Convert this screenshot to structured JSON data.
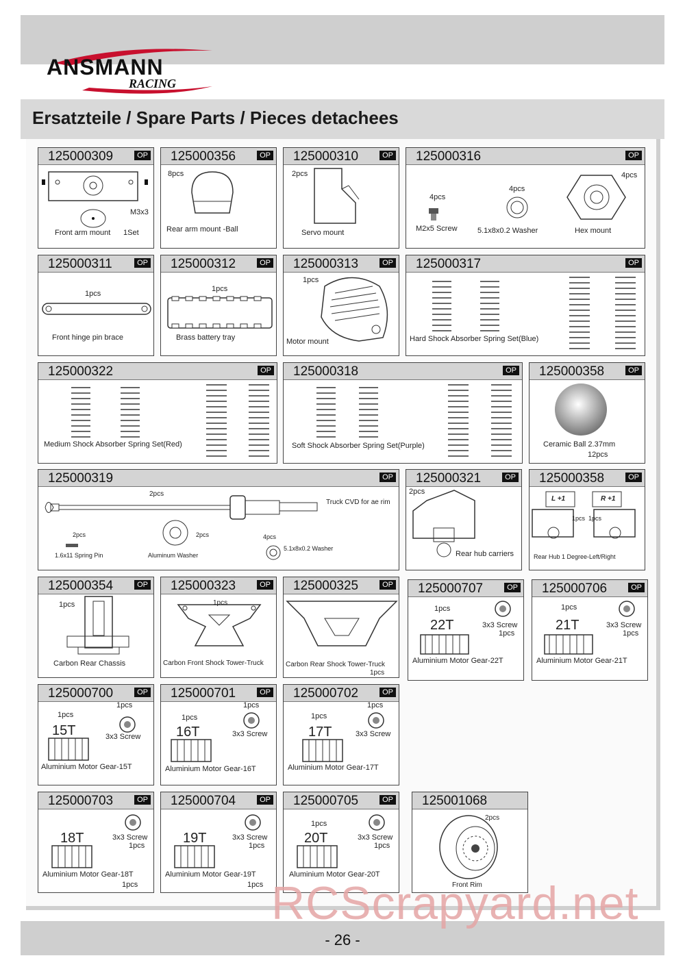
{
  "header": {
    "brand": "ANSMANN",
    "brand_sub": "RACING",
    "title": "Ersatzteile / Spare Parts / Pieces detachees"
  },
  "badge": "OP",
  "cards": {
    "c309": {
      "num": "125000309",
      "labels": [
        "M3x3",
        "Front arm mount",
        "1Set"
      ]
    },
    "c356": {
      "num": "125000356",
      "labels": [
        "8pcs",
        "Rear arm mount -Ball"
      ]
    },
    "c310": {
      "num": "125000310",
      "labels": [
        "2pcs",
        "Servo mount"
      ]
    },
    "c316": {
      "num": "125000316",
      "labels": [
        "4pcs",
        "4pcs",
        "4pcs",
        "M2x5 Screw",
        "5.1x8x0.2  Washer",
        "Hex mount"
      ]
    },
    "c311": {
      "num": "125000311",
      "labels": [
        "1pcs",
        "Front hinge pin brace"
      ]
    },
    "c312": {
      "num": "125000312",
      "labels": [
        "1pcs",
        "Brass battery tray"
      ]
    },
    "c313": {
      "num": "125000313",
      "labels": [
        "1pcs",
        "Motor mount"
      ]
    },
    "c317": {
      "num": "125000317",
      "labels": [
        "Hard Shock Absorber Spring Set(Blue)"
      ]
    },
    "c322": {
      "num": "125000322",
      "labels": [
        "Medium Shock Absorber Spring Set(Red)"
      ]
    },
    "c318": {
      "num": "125000318",
      "labels": [
        "Soft Shock Absorber Spring Set(Purple)"
      ]
    },
    "c358a": {
      "num": "125000358",
      "labels": [
        "Ceramic Ball 2.37mm",
        "12pcs"
      ]
    },
    "c319": {
      "num": "125000319",
      "labels": [
        "2pcs",
        "Truck CVD for ae rim",
        "2pcs",
        "1.6x11 Spring Pin",
        "2pcs",
        "Aluminum Washer",
        "4pcs",
        "5.1x8x0.2  Washer"
      ]
    },
    "c321": {
      "num": "125000321",
      "labels": [
        "2pcs",
        "Rear hub carriers"
      ]
    },
    "c358b": {
      "num": "125000358",
      "labels": [
        "L +1",
        "R +1",
        "1pcs",
        "1pcs",
        "Rear Hub 1 Degree-Left/Right"
      ]
    },
    "c354": {
      "num": "125000354",
      "labels": [
        "1pcs",
        "Carbon Rear Chassis"
      ]
    },
    "c323": {
      "num": "125000323",
      "labels": [
        "1pcs",
        "Carbon Front Shock Tower-Truck"
      ]
    },
    "c325": {
      "num": "125000325",
      "labels": [
        "Carbon Rear Shock Tower-Truck",
        "1pcs"
      ]
    },
    "c707": {
      "num": "125000707",
      "labels": [
        "1pcs",
        "22T",
        "3x3 Screw",
        "1pcs",
        "Aluminium Motor Gear-22T"
      ]
    },
    "c706": {
      "num": "125000706",
      "labels": [
        "1pcs",
        "21T",
        "3x3 Screw",
        "1pcs",
        "Aluminium Motor Gear-21T"
      ]
    },
    "c700": {
      "num": "125000700",
      "labels": [
        "1pcs",
        "1pcs",
        "15T",
        "3x3 Screw",
        "Aluminium Motor Gear-15T"
      ]
    },
    "c701": {
      "num": "125000701",
      "labels": [
        "1pcs",
        "1pcs",
        "16T",
        "3x3 Screw",
        "Aluminium Motor Gear-16T"
      ]
    },
    "c702": {
      "num": "125000702",
      "labels": [
        "1pcs",
        "1pcs",
        "17T",
        "3x3 Screw",
        "Aluminium Motor Gear-17T"
      ]
    },
    "c703": {
      "num": "125000703",
      "labels": [
        "18T",
        "3x3 Screw",
        "1pcs",
        "Aluminium Motor Gear-18T",
        "1pcs"
      ]
    },
    "c704": {
      "num": "125000704",
      "labels": [
        "19T",
        "3x3 Screw",
        "1pcs",
        "Aluminium Motor Gear-19T",
        "1pcs"
      ]
    },
    "c705": {
      "num": "125000705",
      "labels": [
        "1pcs",
        "20T",
        "3x3 Screw",
        "1pcs",
        "Aluminium Motor Gear-20T"
      ]
    },
    "c1068": {
      "num": "125001068",
      "labels": [
        "2pcs",
        "Front Rim"
      ]
    }
  },
  "footer": {
    "page": "- 26 -"
  },
  "watermark": "RCScrapyard.net"
}
